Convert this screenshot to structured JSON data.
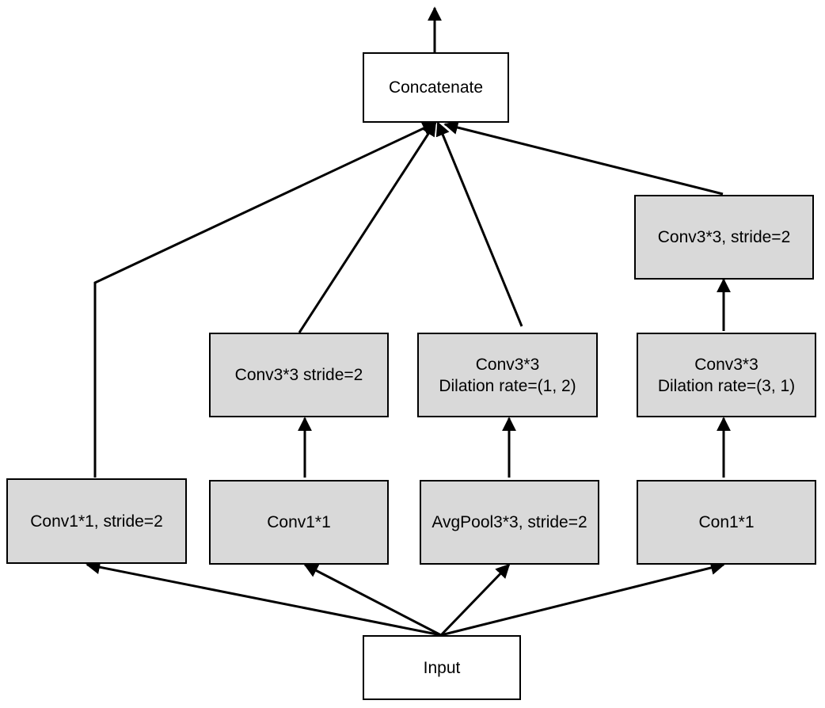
{
  "colors": {
    "box_fill": "#d9d9d9",
    "io_fill": "#ffffff",
    "stroke": "#000000"
  },
  "nodes": {
    "concatenate": {
      "lines": [
        "Concatenate"
      ]
    },
    "input": {
      "lines": [
        "Input"
      ]
    },
    "branch1_conv1x1": {
      "lines": [
        "Conv1*1, stride=2"
      ]
    },
    "branch2_conv1x1": {
      "lines": [
        "Conv1*1"
      ]
    },
    "branch2_conv3x3": {
      "lines": [
        "Conv3*3 stride=2"
      ]
    },
    "branch3_avgpool": {
      "lines": [
        "AvgPool3*3, stride=2"
      ]
    },
    "branch3_dilated": {
      "lines": [
        "Conv3*3",
        "Dilation rate=(1, 2)"
      ]
    },
    "branch4_con1x1": {
      "lines": [
        "Con1*1"
      ]
    },
    "branch4_dilated": {
      "lines": [
        "Conv3*3",
        "Dilation rate=(3, 1)"
      ]
    },
    "branch4_conv3x3": {
      "lines": [
        "Conv3*3, stride=2"
      ]
    }
  },
  "edges": [
    {
      "from": "input",
      "to": "branch1_conv1x1"
    },
    {
      "from": "input",
      "to": "branch2_conv1x1"
    },
    {
      "from": "input",
      "to": "branch3_avgpool"
    },
    {
      "from": "input",
      "to": "branch4_con1x1"
    },
    {
      "from": "branch2_conv1x1",
      "to": "branch2_conv3x3"
    },
    {
      "from": "branch3_avgpool",
      "to": "branch3_dilated"
    },
    {
      "from": "branch4_con1x1",
      "to": "branch4_dilated"
    },
    {
      "from": "branch4_dilated",
      "to": "branch4_conv3x3"
    },
    {
      "from": "branch1_conv1x1",
      "to": "concatenate"
    },
    {
      "from": "branch2_conv3x3",
      "to": "concatenate"
    },
    {
      "from": "branch3_dilated",
      "to": "concatenate"
    },
    {
      "from": "branch4_conv3x3",
      "to": "concatenate"
    },
    {
      "from": "concatenate",
      "to": "output"
    }
  ]
}
